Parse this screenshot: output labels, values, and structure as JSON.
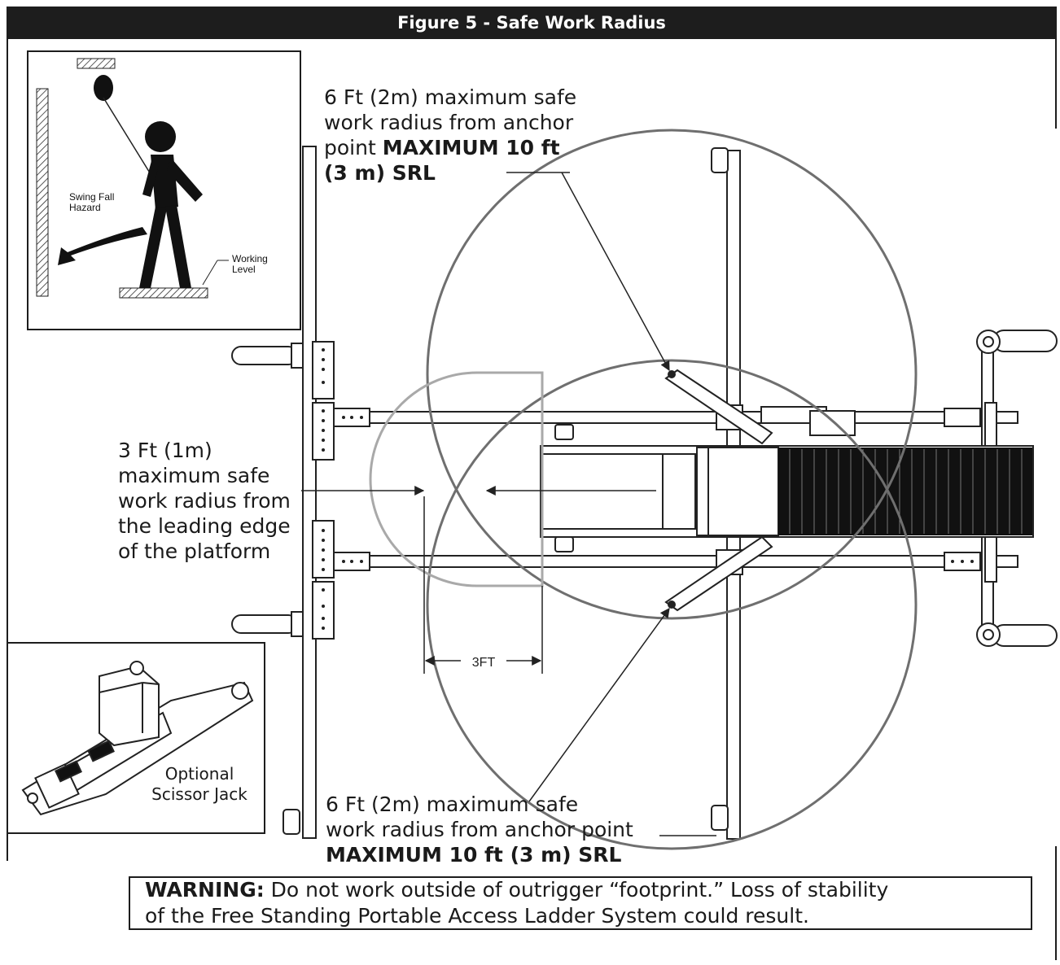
{
  "figure": {
    "title": "Figure 5 - Safe Work Radius"
  },
  "callouts": {
    "top": {
      "line1": "6 Ft (2m) maximum safe",
      "line2": "work radius from anchor",
      "line3_prefix": "point ",
      "line3_bold": "MAXIMUM 10 ft",
      "line4_bold": "(3 m) SRL"
    },
    "left": {
      "line1": "3 Ft (1m)",
      "line2": "maximum safe",
      "line3": "work radius from",
      "line4": "the leading edge",
      "line5": "of the platform"
    },
    "bottom": {
      "line1": "6 Ft (2m) maximum safe",
      "line2": "work radius from anchor point",
      "line3_bold": "MAXIMUM 10 ft (3 m) SRL"
    }
  },
  "dimension": {
    "label": "3FT"
  },
  "swing_inset": {
    "hazard_line1": "Swing Fall",
    "hazard_line2": "Hazard",
    "level_line1": "Working",
    "level_line2": "Level"
  },
  "jack_inset": {
    "line1": "Optional",
    "line2": "Scissor Jack"
  },
  "warning": {
    "label": "WARNING:",
    "text_line1": " Do not work outside of outrigger “footprint.” Loss of stability",
    "text_line2": "of the Free Standing Portable Access Ladder System could result."
  },
  "colors": {
    "title_bar": "#1d1d1d",
    "circle": "#6f6f6f",
    "half_circle": "#a9a9a9",
    "line": "#222222"
  }
}
